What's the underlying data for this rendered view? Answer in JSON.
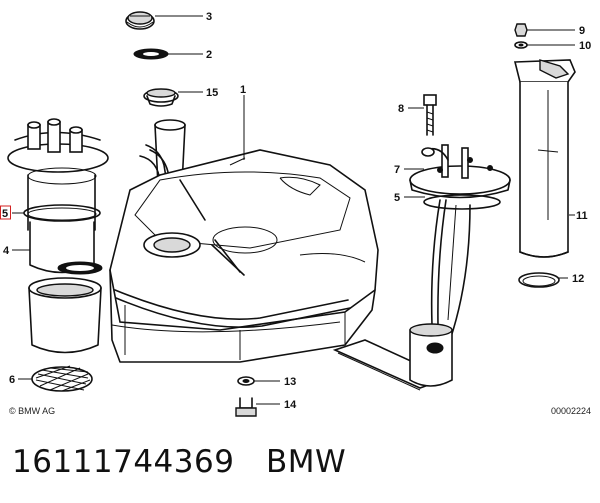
{
  "callouts": [
    {
      "id": "c3",
      "num": "3"
    },
    {
      "id": "c2",
      "num": "2"
    },
    {
      "id": "c15",
      "num": "15"
    },
    {
      "id": "c1",
      "num": "1"
    },
    {
      "id": "c5l",
      "num": "5"
    },
    {
      "id": "c4",
      "num": "4"
    },
    {
      "id": "c6",
      "num": "6"
    },
    {
      "id": "c13",
      "num": "13"
    },
    {
      "id": "c14",
      "num": "14"
    },
    {
      "id": "c8",
      "num": "8"
    },
    {
      "id": "c7",
      "num": "7"
    },
    {
      "id": "c5r",
      "num": "5"
    },
    {
      "id": "c9",
      "num": "9"
    },
    {
      "id": "c10",
      "num": "10"
    },
    {
      "id": "c11",
      "num": "11"
    },
    {
      "id": "c12",
      "num": "12"
    }
  ],
  "copyright": "© BMW AG",
  "diagram_code": "00002224",
  "part_number": "16111744369",
  "brand": "BMW"
}
